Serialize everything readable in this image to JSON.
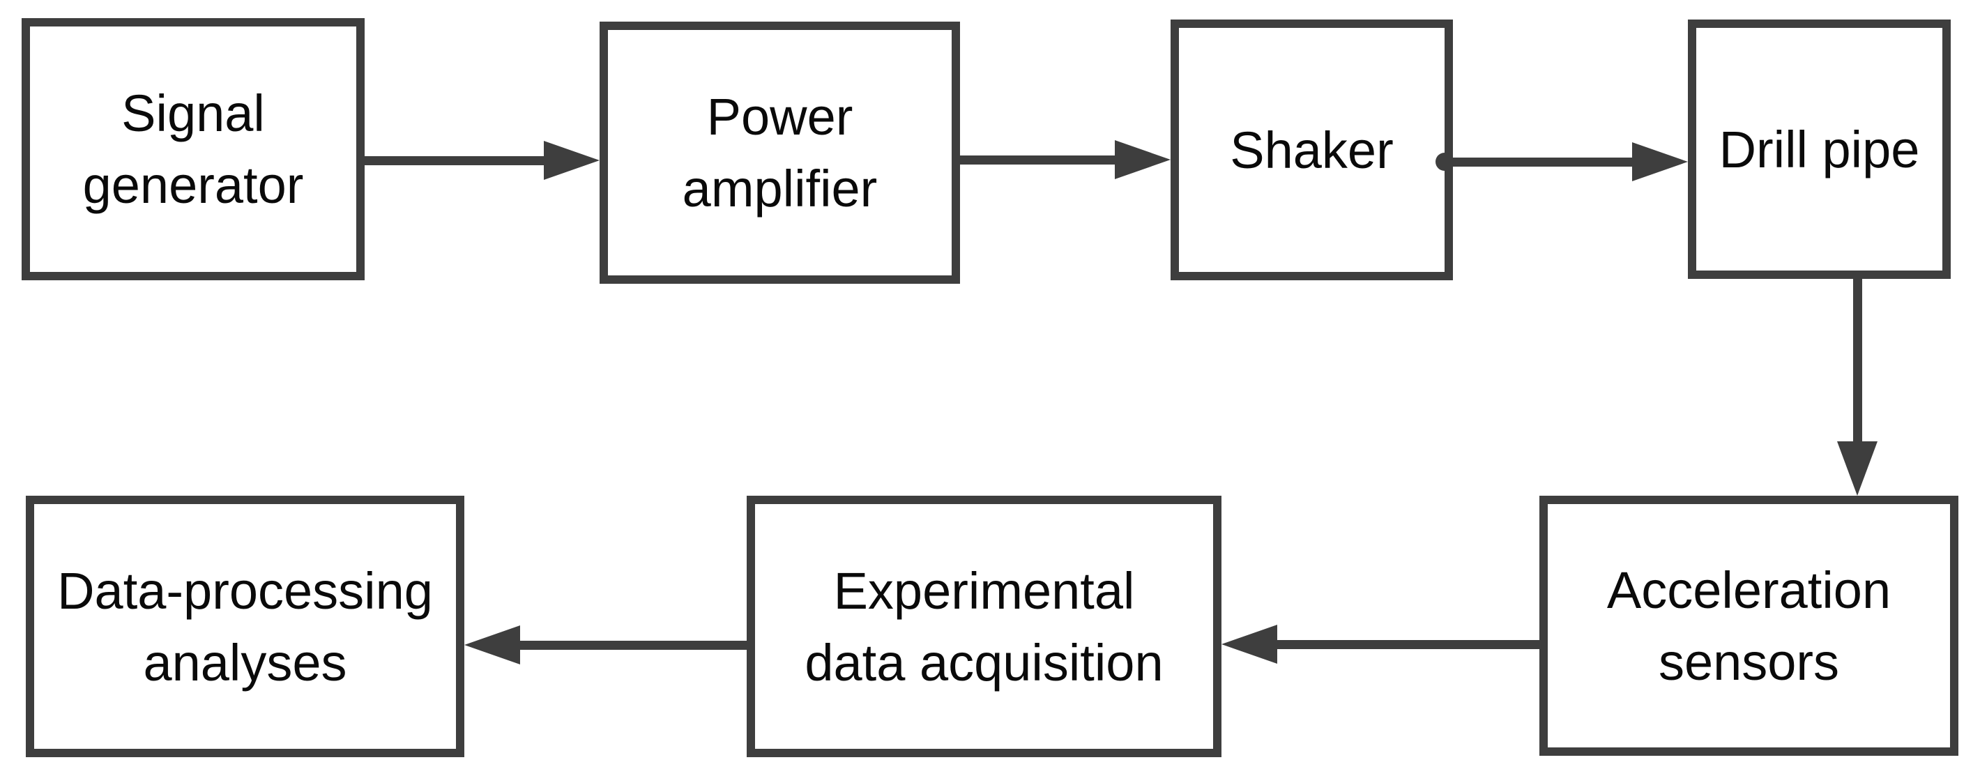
{
  "figure": {
    "type": "flowchart",
    "background_color": "#ffffff",
    "box_border_color": "#3e3e3e",
    "arrow_color": "#3e3e3e",
    "text_color": "#0a0a0a",
    "nodes": {
      "signal_generator": {
        "label": "Signal generator",
        "lines": [
          "Signal",
          "generator"
        ]
      },
      "power_amplifier": {
        "label": "Power amplifier",
        "lines": [
          "Power",
          "amplifier"
        ]
      },
      "shaker": {
        "label": "Shaker",
        "lines": [
          "Shaker"
        ]
      },
      "drill_pipe": {
        "label": "Drill pipe",
        "lines": [
          "Drill pipe"
        ]
      },
      "acceleration_sensors": {
        "label": "Acceleration sensors",
        "lines": [
          "Acceleration",
          "sensors"
        ]
      },
      "experimental_daq": {
        "label": "Experimental data acquisition",
        "lines": [
          "Experimental",
          "data acquisition"
        ]
      },
      "data_processing": {
        "label": "Data-processing analyses",
        "lines": [
          "Data-processing",
          "analyses"
        ]
      }
    },
    "edges": [
      {
        "from": "signal_generator",
        "to": "power_amplifier",
        "direction": "right"
      },
      {
        "from": "power_amplifier",
        "to": "shaker",
        "direction": "right"
      },
      {
        "from": "shaker",
        "to": "drill_pipe",
        "direction": "right",
        "start_marker": "dot"
      },
      {
        "from": "drill_pipe",
        "to": "acceleration_sensors",
        "direction": "down"
      },
      {
        "from": "acceleration_sensors",
        "to": "experimental_daq",
        "direction": "left"
      },
      {
        "from": "experimental_daq",
        "to": "data_processing",
        "direction": "left"
      }
    ]
  }
}
